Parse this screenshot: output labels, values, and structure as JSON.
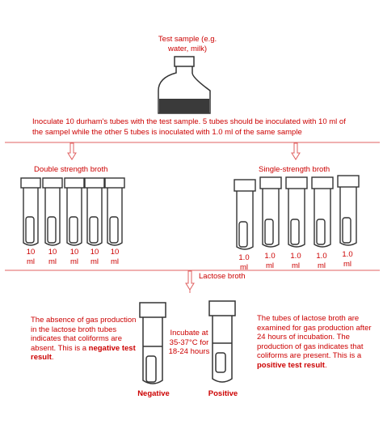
{
  "sample": {
    "label": "Test sample (e.g. water, milk)"
  },
  "instruction": {
    "line1": "Inoculate 10 durham's tubes with the test sample. 5 tubes should be inoculated with 10 ml of",
    "line2": "the sampel  while the other 5 tubes is inoculated with 1.0 ml of the same sample"
  },
  "left_group": {
    "label": "Double strength broth",
    "volumes": [
      "10 ml",
      "10 ml",
      "10 ml",
      "10 ml",
      "10 ml"
    ]
  },
  "right_group": {
    "label": "Single-strength broth",
    "volumes": [
      "1.0 ml",
      "1.0 ml",
      "1.0 ml",
      "1.0 ml",
      "1.0 ml"
    ]
  },
  "lactose": {
    "label": "Lactose broth"
  },
  "negative_note": {
    "text": "The absence of gas production in the lactose broth tubes indicates that coliforms are absent. This is a",
    "emphasis": "negative test result",
    "end": "."
  },
  "incubate": {
    "text": "Incubate at 35-37°C for 18-24 hours"
  },
  "positive_note": {
    "text": "The tubes of lactose broth are examined for gas production after 24 hours of incubation. The production of gas indicates that coliforms are present. This is a",
    "emphasis": "positive test result",
    "end": "."
  },
  "results": {
    "negative": "Negative",
    "positive": "Positive"
  },
  "colors": {
    "line": "#e06060",
    "ink": "#333333",
    "text": "#cc0000"
  }
}
